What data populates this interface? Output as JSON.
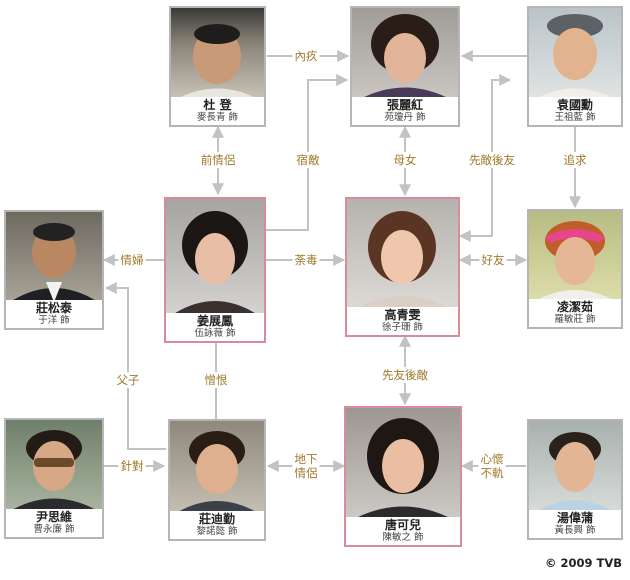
{
  "characters": {
    "dudeng": {
      "name": "杜 登",
      "actor": "麥長青 飾"
    },
    "zhangli": {
      "name": "張麗紅",
      "actor": "苑瓊丹 飾"
    },
    "yuan": {
      "name": "袁國勳",
      "actor": "王祖藍 飾"
    },
    "zhuangst": {
      "name": "莊松泰",
      "actor": "于洋 飾"
    },
    "jiang": {
      "name": "姜展鳳",
      "actor": "伍詠薇 飾"
    },
    "gao": {
      "name": "高青雯",
      "actor": "徐子珊 飾"
    },
    "ling": {
      "name": "凌潔茹",
      "actor": "羅敏莊 飾"
    },
    "yin": {
      "name": "尹思維",
      "actor": "曹永廉 飾"
    },
    "zhuangdq": {
      "name": "莊迪勤",
      "actor": "黎諾懿 飾"
    },
    "tang": {
      "name": "唐可兒",
      "actor": "陳敏之 飾"
    },
    "tangwp": {
      "name": "湯偉蒲",
      "actor": "黃長興 飾"
    }
  },
  "relations": {
    "neijiu": "內疚",
    "qianqinglv": "前情侶",
    "sudi": "宿敵",
    "munv": "母女",
    "xiandihouyou": "先敵後友",
    "zhuiqiu": "追求",
    "qingfu": "情婦",
    "dudu": "荼毒",
    "haoyou": "好友",
    "fuzi": "父子",
    "zenghen": "憎恨",
    "xianyouhoudi": "先友後敵",
    "zhendui": "針對",
    "dixia_line1": "地下",
    "dixia_line2": "情侶",
    "xinhuai_line1": "心懷",
    "xinhuai_line2": "不軌"
  },
  "copyright": "© 2009 TVB"
}
